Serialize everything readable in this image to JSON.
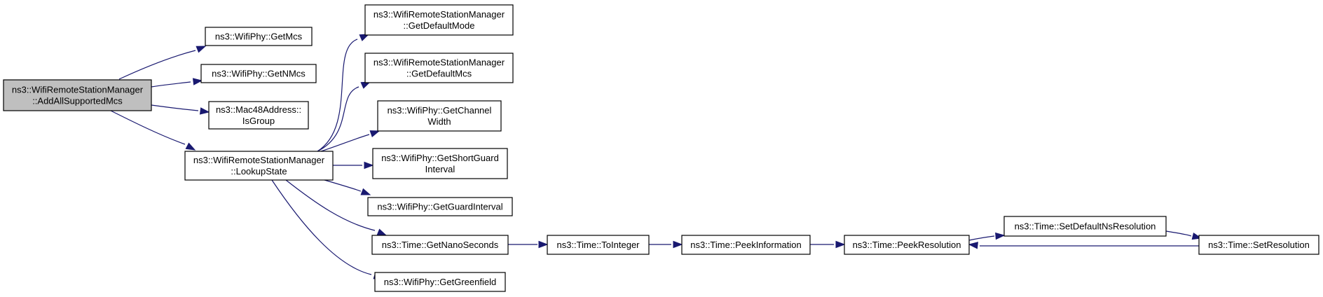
{
  "graph": {
    "nodes": [
      {
        "id": "add_all",
        "lines": [
          "ns3::WifiRemoteStationManager",
          "::AddAllSupportedMcs"
        ],
        "highlighted": true
      },
      {
        "id": "get_mcs",
        "lines": [
          "ns3::WifiPhy::GetMcs"
        ]
      },
      {
        "id": "get_nmcs",
        "lines": [
          "ns3::WifiPhy::GetNMcs"
        ]
      },
      {
        "id": "is_group",
        "lines": [
          "ns3::Mac48Address::",
          "IsGroup"
        ]
      },
      {
        "id": "lookup",
        "lines": [
          "ns3::WifiRemoteStationManager",
          "::LookupState"
        ]
      },
      {
        "id": "def_mode",
        "lines": [
          "ns3::WifiRemoteStationManager",
          "::GetDefaultMode"
        ]
      },
      {
        "id": "def_mcs",
        "lines": [
          "ns3::WifiRemoteStationManager",
          "::GetDefaultMcs"
        ]
      },
      {
        "id": "chan_width",
        "lines": [
          "ns3::WifiPhy::GetChannel",
          "Width"
        ]
      },
      {
        "id": "short_guard",
        "lines": [
          "ns3::WifiPhy::GetShortGuard",
          "Interval"
        ]
      },
      {
        "id": "guard",
        "lines": [
          "ns3::WifiPhy::GetGuardInterval"
        ]
      },
      {
        "id": "nano",
        "lines": [
          "ns3::Time::GetNanoSeconds"
        ]
      },
      {
        "id": "greenfield",
        "lines": [
          "ns3::WifiPhy::GetGreenfield"
        ]
      },
      {
        "id": "tointeger",
        "lines": [
          "ns3::Time::ToInteger"
        ]
      },
      {
        "id": "peek_info",
        "lines": [
          "ns3::Time::PeekInformation"
        ]
      },
      {
        "id": "peek_res",
        "lines": [
          "ns3::Time::PeekResolution"
        ]
      },
      {
        "id": "set_default",
        "lines": [
          "ns3::Time::SetDefaultNsResolution"
        ]
      },
      {
        "id": "set_res",
        "lines": [
          "ns3::Time::SetResolution"
        ]
      }
    ],
    "edges": [
      {
        "from": "add_all",
        "to": "get_mcs"
      },
      {
        "from": "add_all",
        "to": "get_nmcs"
      },
      {
        "from": "add_all",
        "to": "is_group"
      },
      {
        "from": "add_all",
        "to": "lookup"
      },
      {
        "from": "lookup",
        "to": "def_mode"
      },
      {
        "from": "lookup",
        "to": "def_mcs"
      },
      {
        "from": "lookup",
        "to": "chan_width"
      },
      {
        "from": "lookup",
        "to": "short_guard"
      },
      {
        "from": "lookup",
        "to": "guard"
      },
      {
        "from": "lookup",
        "to": "nano"
      },
      {
        "from": "lookup",
        "to": "greenfield"
      },
      {
        "from": "nano",
        "to": "tointeger"
      },
      {
        "from": "tointeger",
        "to": "peek_info"
      },
      {
        "from": "peek_info",
        "to": "peek_res"
      },
      {
        "from": "peek_res",
        "to": "set_default"
      },
      {
        "from": "set_default",
        "to": "set_res"
      },
      {
        "from": "set_res",
        "to": "peek_res"
      }
    ],
    "colors": {
      "edge": "#191970",
      "highlighted_node_fill": "#bfbfbf",
      "node_fill": "#ffffff",
      "node_border": "#000000"
    }
  }
}
